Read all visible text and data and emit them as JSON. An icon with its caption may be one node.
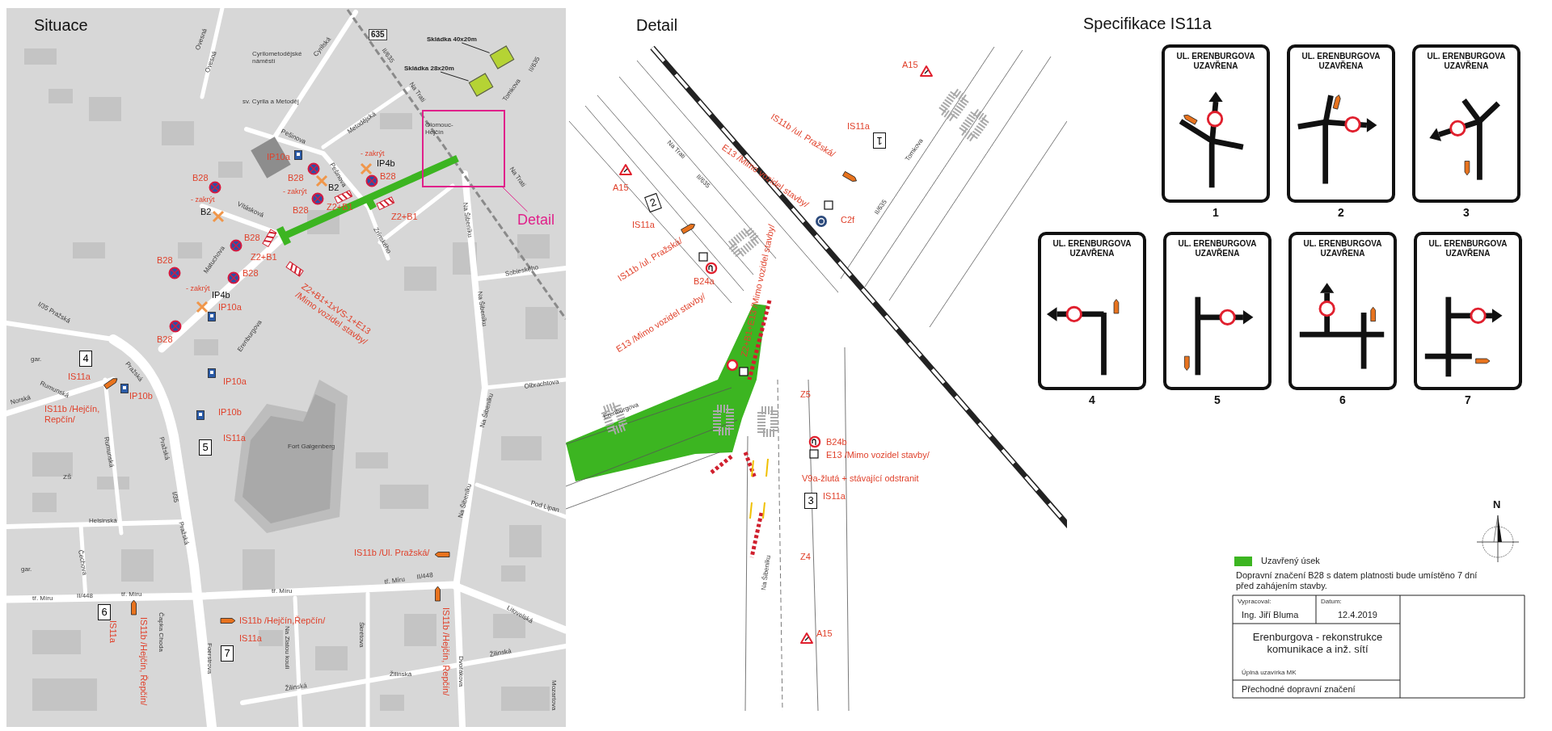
{
  "diagram": {
    "nodes": [
      {
        "text": [
          "Skládka 40x20m"
        ]
      },
      {
        "text": [],
        "shape": "box"
      },
      {
        "text": [
          "Skládka 28x20m"
        ]
      },
      {
        "text": [],
        "shape": "box"
      },
      {
        "text": [],
        "shape": "box"
      },
      {
        "text": [
          "Detail"
        ]
      },
      {
        "text": [
          "4"
        ]
      },
      {
        "text": [
          "5"
        ]
      },
      {
        "text": [
          "6"
        ]
      },
      {
        "text": [
          "7"
        ]
      },
      {
        "text": [
          "1"
        ]
      },
      {
        "text": [
          "2"
        ]
      },
      {
        "text": [
          "3"
        ]
      },
      {
        "text": [
          "UL. ERENBURGOVA UZAVŘENA"
        ],
        "beside": [
          "1"
        ]
      },
      {
        "text": [
          "UL. ERENBURGOVA UZAVŘENA"
        ],
        "beside": [
          "2"
        ]
      },
      {
        "text": [
          "UL. ERENBURGOVA UZAVŘENA"
        ],
        "beside": [
          "3"
        ]
      },
      {
        "text": [
          "UL. ERENBURGOVA UZAVŘENA"
        ],
        "beside": [
          "4"
        ]
      },
      {
        "text": [
          "UL. ERENBURGOVA UZAVŘENA"
        ],
        "beside": [
          "5"
        ]
      },
      {
        "text": [
          "UL. ERENBURGOVA UZAVŘENA"
        ],
        "beside": [
          "6"
        ]
      },
      {
        "text": [
          "UL. ERENBURGOVA UZAVŘENA"
        ],
        "beside": [
          "7"
        ]
      }
    ],
    "edges": [
      {
        "from": 0,
        "to": 1,
        "arrow": "none"
      },
      {
        "from": 2,
        "to": 3,
        "arrow": "none"
      },
      {
        "from": 5,
        "to": 4,
        "arrow": "none",
        "color": "#e0218a"
      }
    ],
    "labels": [
      "Situace",
      "635",
      "Cyrilometodějské náměstí",
      "sv. Cyrila a Metoděj",
      "Ovesná",
      "Ovesná",
      "Cyrilská",
      "Metodějská",
      "Na Trati",
      "II/635",
      "II/635",
      "Tomkova",
      "Olomouc-Hejčín",
      "Pešinova",
      "Pešinova",
      "Vításková",
      "Matuchova",
      "Erenburgova",
      "Zrínského",
      "Na Šibeníku",
      "Na Trati",
      "Na Šibeníku",
      "Sobieského",
      "I/35 Pražská",
      "IP10a",
      "B28",
      "B2",
      "- zakrýt",
      "- zakrýt",
      "IP4b",
      "B28",
      "Z2+B1",
      "B28",
      "Z2+B1",
      "B28",
      "- zakrýt",
      "B2",
      "B28",
      "Z2+B1",
      "B28",
      "B28",
      "- zakrýt",
      "IP4b",
      "IP10a",
      "B28",
      "Z2+B1+1xVS-1+E13 /Mimo vozidel stavby/",
      "IS11a",
      "gar.",
      "Rumunská",
      "Pražská",
      "IP10b",
      "IS11b /Hejčín, Repčín/",
      "Norská",
      "IP10a",
      "IP10b",
      "IS11a",
      "Fort Galgenberg",
      "ZŠ",
      "Rumunská",
      "Pražská",
      "I/35",
      "Pražská",
      "Helsinská",
      "Čechova",
      "gar.",
      "Olbrachtova",
      "Na Šibeníku",
      "Na Šibeníku",
      "Pod Lipan",
      "IS11b /Ul. Pražská/",
      "tř. Míru",
      "II/448",
      "tř. Míru",
      "tř. Míru",
      "tř. Míru",
      "II/448",
      "Litovelská",
      "IS11a",
      "IS11b /Hejčín, Řepčín/",
      "Čapka Choda",
      "IS11b /Hejčín,Řepčín/",
      "IS11a",
      "Foerstrova",
      "Na Zlatou kouli",
      "Škrétova",
      "IS11b /Hejčín, Řepčín/",
      "Dvořákova",
      "Žilinská",
      "Žilinská",
      "Žilinská",
      "Mozartova",
      "Detail",
      "A15",
      "IS11a",
      "IS11b /ul. Pražská/",
      "E13 /Mimo vozidel stavby/",
      "C2f",
      "Tomkova",
      "II/635",
      "Na Trati",
      "II/635",
      "A15",
      "IS11a",
      "IS11b /ul. Pražská/",
      "B24a",
      "E13 /Mimo vozidel stavby/",
      "Z2+B1+E13 /Mimo vozidel stavby/",
      "Erenburgova",
      "Z5",
      "B24b",
      "E13 /Mimo vozidel stavby/",
      "V9a-žlutá + stávající odstranit",
      "IS11a",
      "Z4",
      "Na Šibeníku",
      "A15",
      "Specifikace IS11a",
      "N",
      "Dopravní značení B28 s datem platnosti bude umístěno 7 dní před zahájením stavby.",
      "Vypracoval:",
      "Datum:",
      "Ing. Jiří Bluma",
      "12.4.2019",
      "Erenburgova - rekonstrukce komunikace a inž. sítí",
      "Úplná uzavírka MK",
      "Přechodné dopravní značení"
    ],
    "legend": [
      {
        "text": "Uzavřený úsek",
        "color": "#3cb521"
      }
    ]
  }
}
